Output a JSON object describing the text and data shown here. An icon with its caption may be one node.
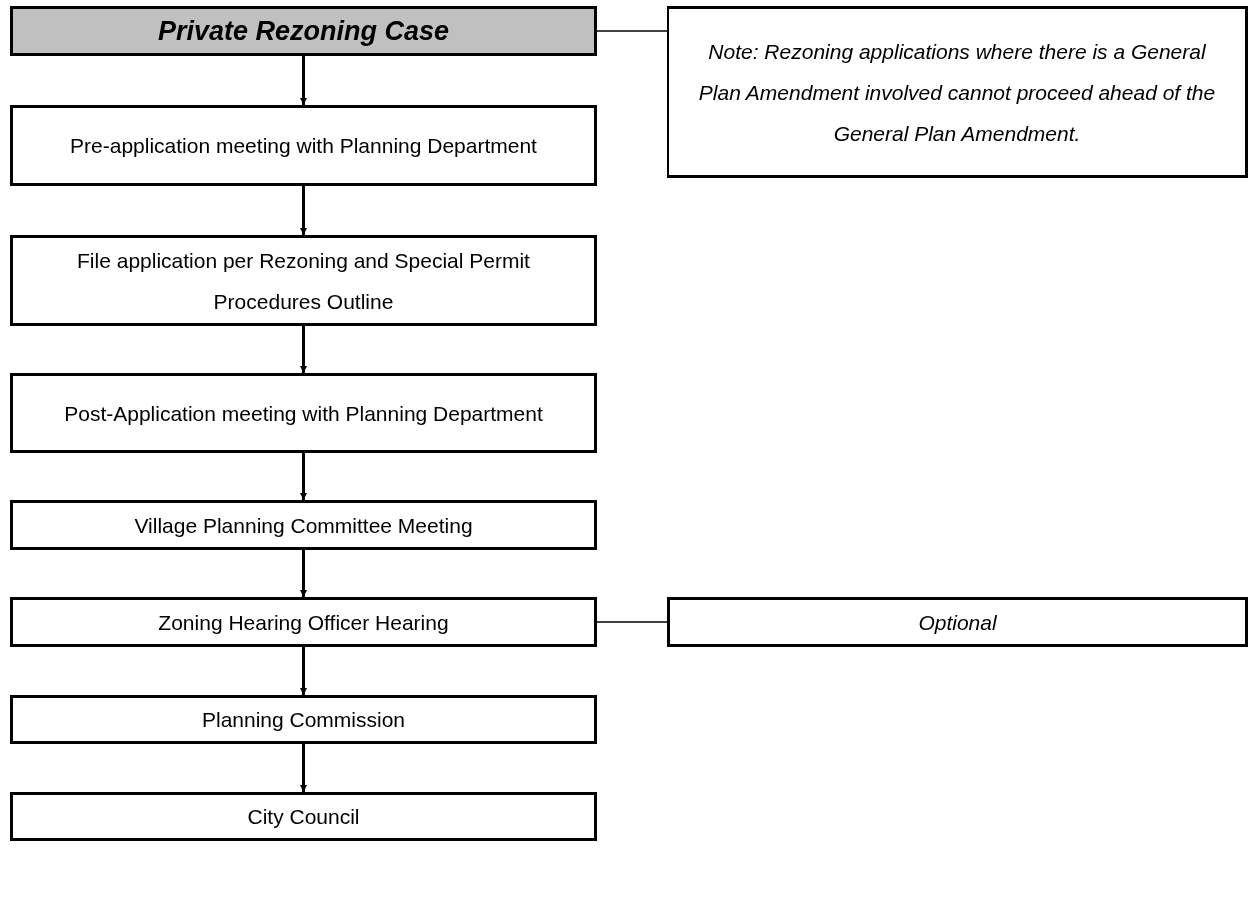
{
  "diagram": {
    "nodes": [
      {
        "text": [
          "Private Rezoning Case"
        ]
      },
      {
        "text": [
          "Pre-application meeting with Planning Department"
        ]
      },
      {
        "text": [
          "File application per Rezoning and Special Permit Procedures Outline"
        ]
      },
      {
        "text": [
          "Post-Application meeting with Planning Department"
        ]
      },
      {
        "text": [
          "Village Planning Committee Meeting"
        ]
      },
      {
        "text": [
          "Zoning Hearing Officer Hearing"
        ]
      },
      {
        "text": [
          "Planning Commission"
        ]
      },
      {
        "text": [
          "City Council"
        ]
      },
      {
        "text": [
          "Note: Rezoning applications where there is a General Plan Amendment involved cannot proceed ahead of the General Plan Amendment."
        ]
      },
      {
        "text": [
          "Optional"
        ]
      }
    ],
    "edges": [
      {
        "from": 0,
        "to": 1,
        "arrow": "to"
      },
      {
        "from": 1,
        "to": 2,
        "arrow": "to"
      },
      {
        "from": 2,
        "to": 3,
        "arrow": "to"
      },
      {
        "from": 3,
        "to": 4,
        "arrow": "to"
      },
      {
        "from": 4,
        "to": 5,
        "arrow": "to"
      },
      {
        "from": 5,
        "to": 6,
        "arrow": "to"
      },
      {
        "from": 6,
        "to": 7,
        "arrow": "to"
      },
      {
        "from": 0,
        "to": 8,
        "arrow": "none"
      },
      {
        "from": 5,
        "to": 9,
        "arrow": "none"
      }
    ]
  }
}
